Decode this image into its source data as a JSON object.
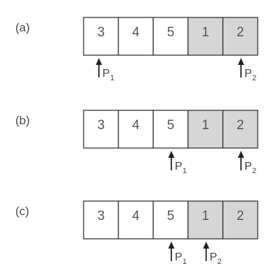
{
  "panels": [
    {
      "label": "(a)",
      "cells": [
        {
          "value": "3",
          "shaded": false
        },
        {
          "value": "4",
          "shaded": false
        },
        {
          "value": "5",
          "shaded": false
        },
        {
          "value": "1",
          "shaded": true
        },
        {
          "value": "2",
          "shaded": true
        }
      ],
      "pointers": [
        {
          "name": "P",
          "sub": "1",
          "cell": 0,
          "at": "left"
        },
        {
          "name": "P",
          "sub": "2",
          "cell": 4,
          "at": "right"
        }
      ]
    },
    {
      "label": "(b)",
      "cells": [
        {
          "value": "3",
          "shaded": false
        },
        {
          "value": "4",
          "shaded": false
        },
        {
          "value": "5",
          "shaded": false
        },
        {
          "value": "1",
          "shaded": true
        },
        {
          "value": "2",
          "shaded": true
        }
      ],
      "pointers": [
        {
          "name": "P",
          "sub": "1",
          "cell": 2,
          "at": "right"
        },
        {
          "name": "P",
          "sub": "2",
          "cell": 4,
          "at": "right"
        }
      ]
    },
    {
      "label": "(c)",
      "cells": [
        {
          "value": "3",
          "shaded": false
        },
        {
          "value": "4",
          "shaded": false
        },
        {
          "value": "5",
          "shaded": false
        },
        {
          "value": "1",
          "shaded": true
        },
        {
          "value": "2",
          "shaded": true
        }
      ],
      "pointers": [
        {
          "name": "P",
          "sub": "1",
          "cell": 2,
          "at": "right"
        },
        {
          "name": "P",
          "sub": "2",
          "cell": 3,
          "at": "right"
        }
      ]
    }
  ],
  "colors": {
    "shaded_fill": "#d6d6d6",
    "cell_fill": "#ffffff",
    "border": "#333333",
    "arrow": "#222222"
  }
}
